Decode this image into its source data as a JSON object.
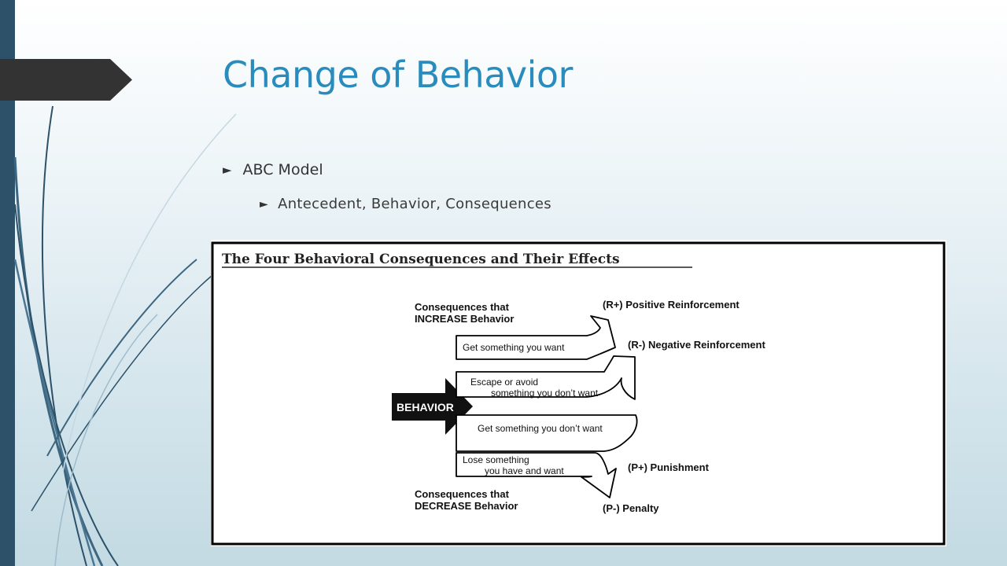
{
  "slide": {
    "title": "Change of Behavior",
    "bullets": [
      {
        "level": 1,
        "text": "ABC Model"
      },
      {
        "level": 2,
        "text": "Antecedent, Behavior, Consequences"
      }
    ]
  },
  "figure": {
    "heading": "The Four Behavioral Consequences and Their Effects",
    "behavior": "BEHAVIOR",
    "increase": [
      "Consequences that",
      "INCREASE Behavior"
    ],
    "decrease": [
      "Consequences that",
      "DECREASE Behavior"
    ],
    "arrows": [
      {
        "text": [
          "Get something you want"
        ]
      },
      {
        "text": [
          "Escape or avoid",
          "something you don’t want"
        ]
      },
      {
        "text": [
          "Get something you don’t want"
        ]
      },
      {
        "text": [
          "Lose something",
          "you have and want"
        ]
      }
    ],
    "outcomes": [
      "(R+) Positive Reinforcement",
      "(R-) Negative Reinforcement",
      "(P+) Punishment",
      "(P-) Penalty"
    ]
  },
  "colors": {
    "title": "#2a8bbd",
    "strip": "#2c5168",
    "tab": "#333333"
  }
}
